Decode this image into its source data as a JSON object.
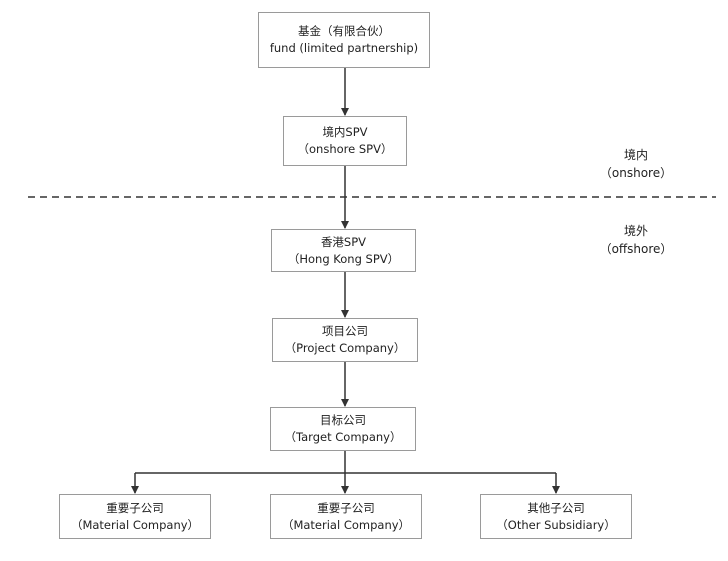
{
  "nodes": {
    "fund": {
      "zh": "基金（有限合伙）",
      "en": "fund (limited partnership)"
    },
    "onshore_spv": {
      "zh": "境内SPV",
      "en": "（onshore SPV）"
    },
    "hk_spv": {
      "zh": "香港SPV",
      "en": "（Hong Kong SPV）"
    },
    "project_company": {
      "zh": "项目公司",
      "en": "（Project Company）"
    },
    "target_company": {
      "zh": "目标公司",
      "en": "（Target Company）"
    },
    "material_company_1": {
      "zh": "重要子公司",
      "en": "（Material Company）"
    },
    "material_company_2": {
      "zh": "重要子公司",
      "en": "（Material Company）"
    },
    "other_subsidiary": {
      "zh": "其他子公司",
      "en": "（Other Subsidiary）"
    }
  },
  "regions": {
    "onshore": {
      "zh": "境内",
      "en": "（onshore）"
    },
    "offshore": {
      "zh": "境外",
      "en": "（offshore）"
    }
  },
  "colors": {
    "line": "#333333",
    "divider": "#333333",
    "border": "#9a9a9a"
  }
}
